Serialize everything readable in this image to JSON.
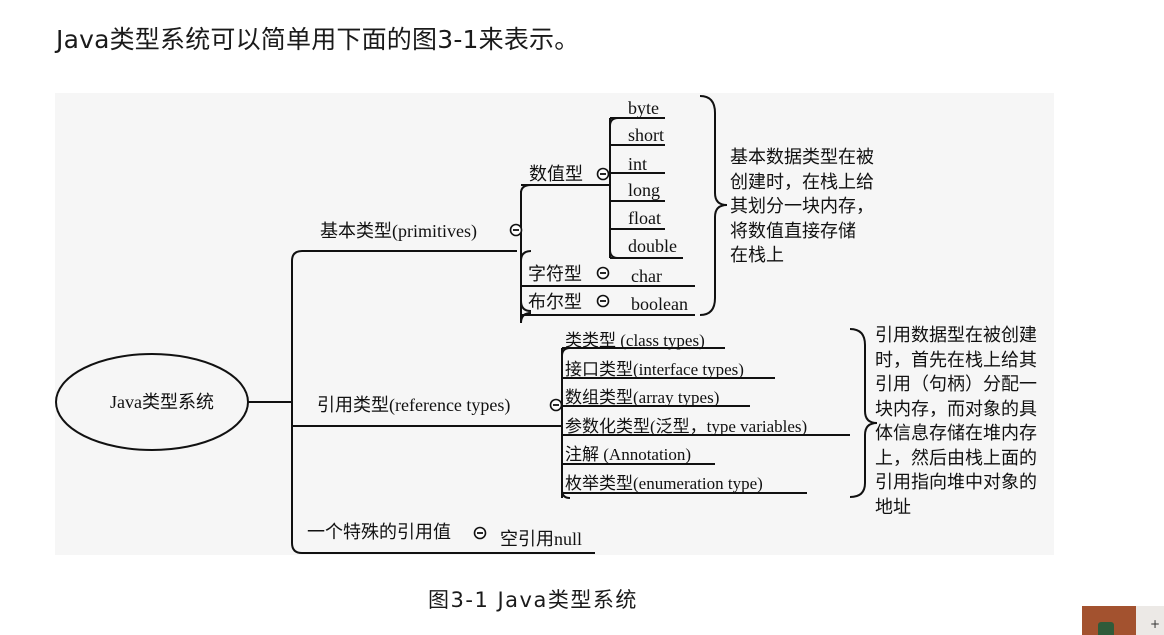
{
  "heading": "Java类型系统可以简单用下面的图3-1来表示。",
  "diagram": {
    "root": "Java类型系统",
    "primitives": {
      "label": "基本类型(primitives)",
      "numeric": {
        "label": "数值型",
        "items": [
          "byte",
          "short",
          "int",
          "long",
          "float",
          "double"
        ]
      },
      "char": {
        "label": "字符型",
        "value": "char"
      },
      "boolean": {
        "label": "布尔型",
        "value": "boolean"
      },
      "note": [
        "基本数据类型在被",
        "创建时，在栈上给",
        "其划分一块内存，",
        "将数值直接存储",
        "在栈上"
      ]
    },
    "reference": {
      "label": "引用类型(reference types)",
      "items": [
        "类类型 (class types)",
        "接口类型(interface types)",
        "数组类型(array types)",
        "参数化类型(泛型，type variables)",
        "注解 (Annotation)",
        "枚举类型(enumeration type)"
      ],
      "note": [
        "引用数据型在被创建",
        "时，首先在栈上给其",
        "引用（句柄）分配一",
        "块内存，而对象的具",
        "体信息存储在堆内存",
        "上，然后由栈上面的",
        "引用指向堆中对象的",
        "地址"
      ]
    },
    "special": {
      "label": "一个特殊的引用值",
      "value": "空引用null"
    }
  },
  "caption": "图3-1   Java类型系统",
  "collapse_icon": "circle-minus-icon",
  "colors": {
    "line": "#111111",
    "figure_background": "#f6f6f6",
    "taskbar": "#a3522f"
  }
}
